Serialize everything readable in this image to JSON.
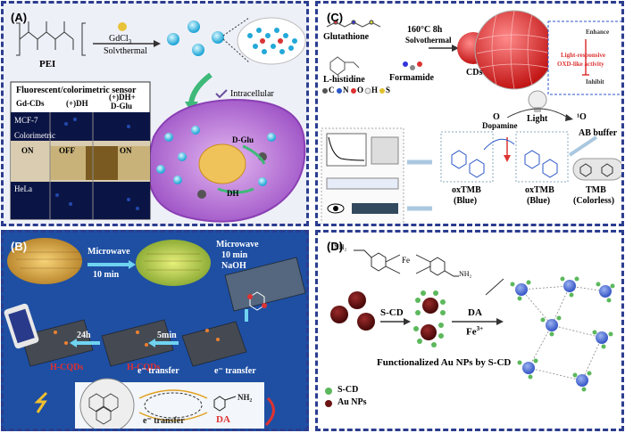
{
  "panels": {
    "a": {
      "label": "(A)",
      "pei": "PEI",
      "reagent": "GdCl",
      "reagent_sub": "3",
      "method": "Solvthermal",
      "sensor_title": "Fluorescent/colorimetric sensor",
      "col_gdcds": "Gd-CDs",
      "col_dh": "(+)DH",
      "col_dh_glu": "(+)DH+",
      "col_dglu2": "D-Glu",
      "row_mcf7": "MCF-7",
      "row_colorimetric": "Colorimetric",
      "on1": "ON",
      "off": "OFF",
      "on2": "ON",
      "row_hela": "HeLa",
      "intracellular": "Intracellular",
      "dglu": "D-Glu",
      "dh": "DH"
    },
    "b": {
      "label": "(B)",
      "microwave1": "Microwave",
      "time1": "10 min",
      "microwave2": "Microwave",
      "time2": "10 min",
      "naoh": "NaOH",
      "h24": "24h",
      "m5": "5min",
      "hcqds1": "H-CQDs",
      "hcqds2": "H-CQDs",
      "et1": "e⁻ transfer",
      "et2": "e⁻ transfer",
      "et3": "e⁻ transfer",
      "da": "DA",
      "nh2": "NH₂"
    },
    "c": {
      "label": "(C)",
      "glutathione": "Glutathione",
      "formamide": "Formamide",
      "lhistidine": "L-histidine",
      "temp": "160°C 8h",
      "solvo": "Solvothermal",
      "elements": [
        "C",
        "N",
        "O",
        "H",
        "S"
      ],
      "cds": "CDs",
      "enhance": "Enhance",
      "light_resp": "Light-responsive",
      "oxd": "OXD-like activity",
      "inhibit": "Inhibit",
      "o2": "O",
      "light": "Light",
      "singlet": "¹O",
      "dopamine": "Dopamine",
      "ab": "AB buffer",
      "oxtmb1": "oxTMB",
      "blue1": "(Blue)",
      "oxtmb2": "oxTMB",
      "blue2": "(Blue)",
      "tmb": "TMB",
      "colorless": "(Colorless)"
    },
    "d": {
      "label": "(D)",
      "scd": "S-CD",
      "da": "DA",
      "fe": "Fe",
      "fe_sup": "3+",
      "caption": "Functionalized Au NPs by S-CD",
      "legend_scd": "S-CD",
      "legend_au": "Au NPs",
      "nh2a": "NH₂",
      "nh2b": "NH₂",
      "fe_center": "Fe"
    }
  },
  "colors": {
    "frame": "#2b3d8f",
    "panel_b_bg": "#1e4fa3",
    "cell": "#b36ad0",
    "au": "#6b1414",
    "scd": "#5cb85c",
    "blue_np": "#5a7bd8"
  }
}
